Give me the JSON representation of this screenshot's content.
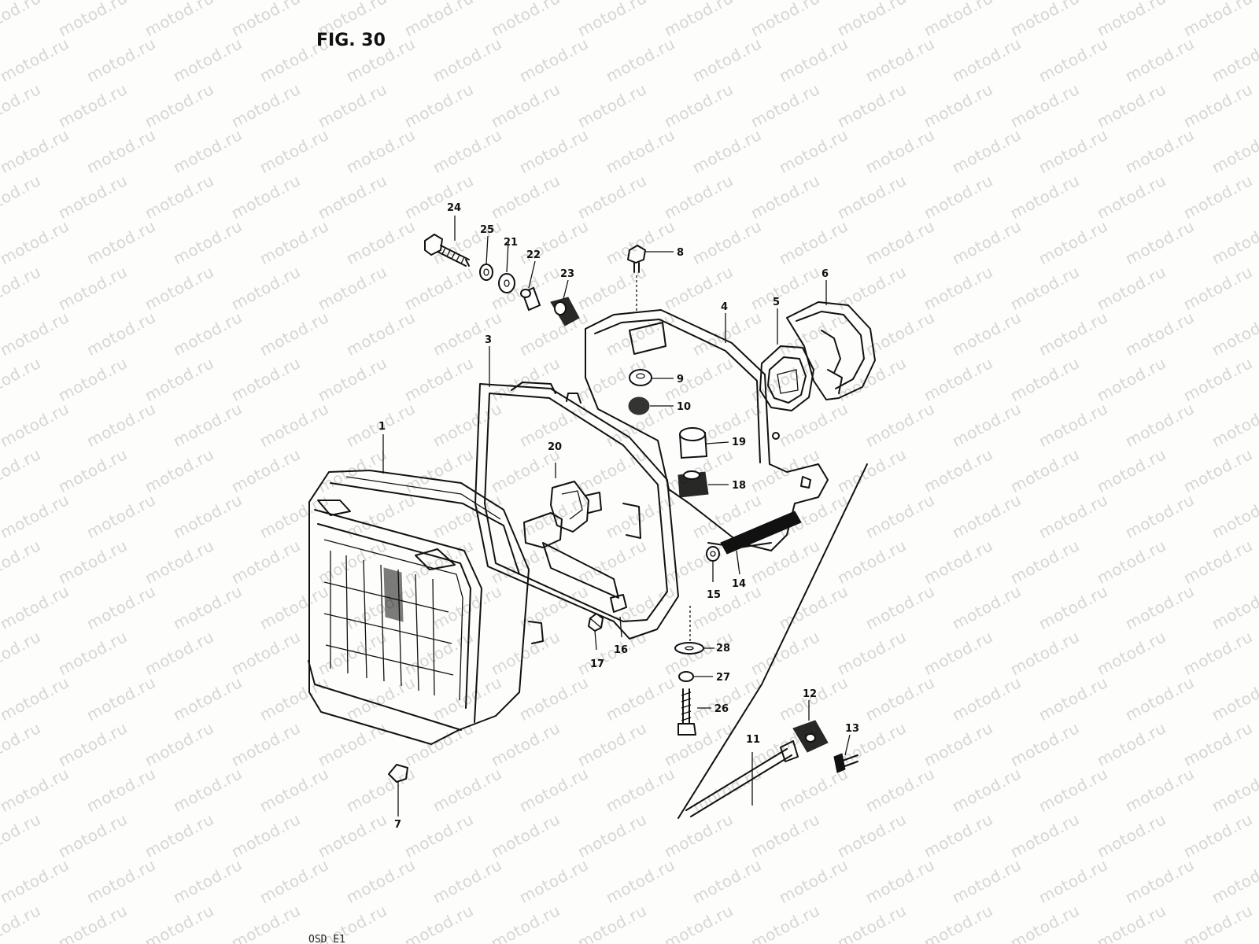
{
  "figure": {
    "title": "FIG. 30",
    "code": "OSD E1"
  },
  "watermark": {
    "text": "motod.ru"
  },
  "parts": [
    {
      "id": "p1",
      "label": "1"
    },
    {
      "id": "p3",
      "label": "3"
    },
    {
      "id": "p4",
      "label": "4"
    },
    {
      "id": "p5",
      "label": "5"
    },
    {
      "id": "p6",
      "label": "6"
    },
    {
      "id": "p7",
      "label": "7"
    },
    {
      "id": "p8",
      "label": "8"
    },
    {
      "id": "p9",
      "label": "9"
    },
    {
      "id": "p10",
      "label": "10"
    },
    {
      "id": "p11",
      "label": "11"
    },
    {
      "id": "p12",
      "label": "12"
    },
    {
      "id": "p13",
      "label": "13"
    },
    {
      "id": "p14",
      "label": "14"
    },
    {
      "id": "p15",
      "label": "15"
    },
    {
      "id": "p16",
      "label": "16"
    },
    {
      "id": "p17",
      "label": "17"
    },
    {
      "id": "p18",
      "label": "18"
    },
    {
      "id": "p19",
      "label": "19"
    },
    {
      "id": "p20",
      "label": "20"
    },
    {
      "id": "p21",
      "label": "21"
    },
    {
      "id": "p22",
      "label": "22"
    },
    {
      "id": "p23",
      "label": "23"
    },
    {
      "id": "p24",
      "label": "24"
    },
    {
      "id": "p25",
      "label": "25"
    },
    {
      "id": "p26",
      "label": "26"
    },
    {
      "id": "p27",
      "label": "27"
    },
    {
      "id": "p28",
      "label": "28"
    }
  ]
}
